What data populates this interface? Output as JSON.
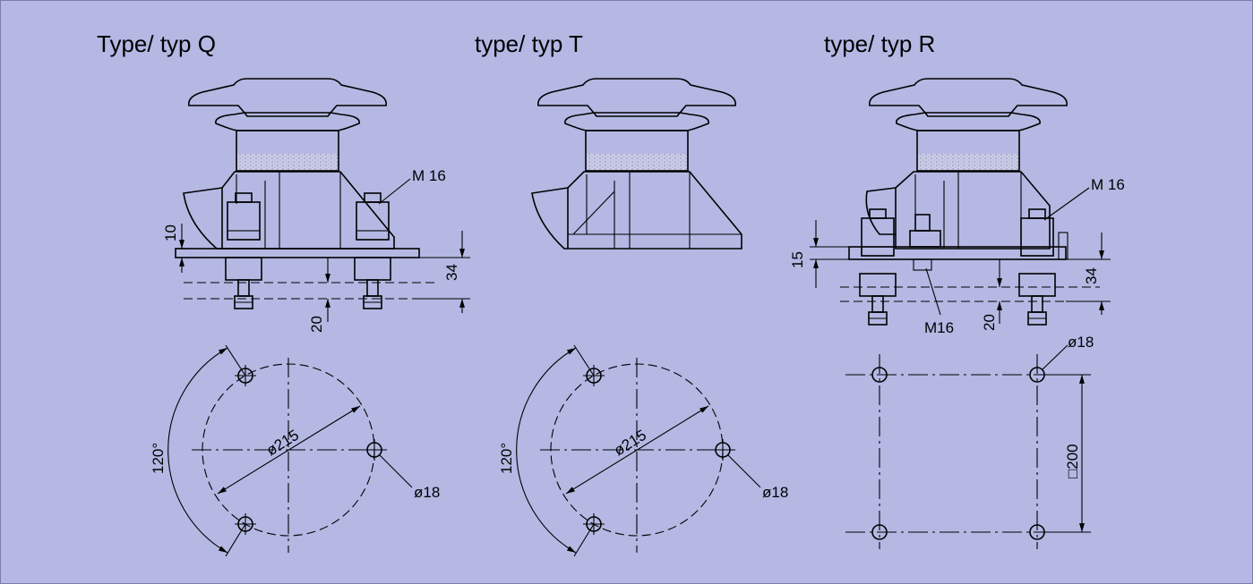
{
  "types": [
    {
      "title": "Type/ typ  Q",
      "thread": "M 16",
      "dim_plate": "10",
      "dim_a": "34",
      "dim_b": "20",
      "pcd": "ø215",
      "hole": "ø18",
      "angle": "120°"
    },
    {
      "title": "type/ typ  T",
      "pcd": "ø215",
      "hole": "ø18",
      "angle": "120°"
    },
    {
      "title": "type/ typ  R",
      "thread": "M 16",
      "thread2": "M16",
      "dim_plate": "15",
      "dim_a": "34",
      "dim_b": "20",
      "hole": "ø18",
      "square": "□200"
    }
  ],
  "colors": {
    "background": "#b4b8e3",
    "line": "#000000"
  }
}
